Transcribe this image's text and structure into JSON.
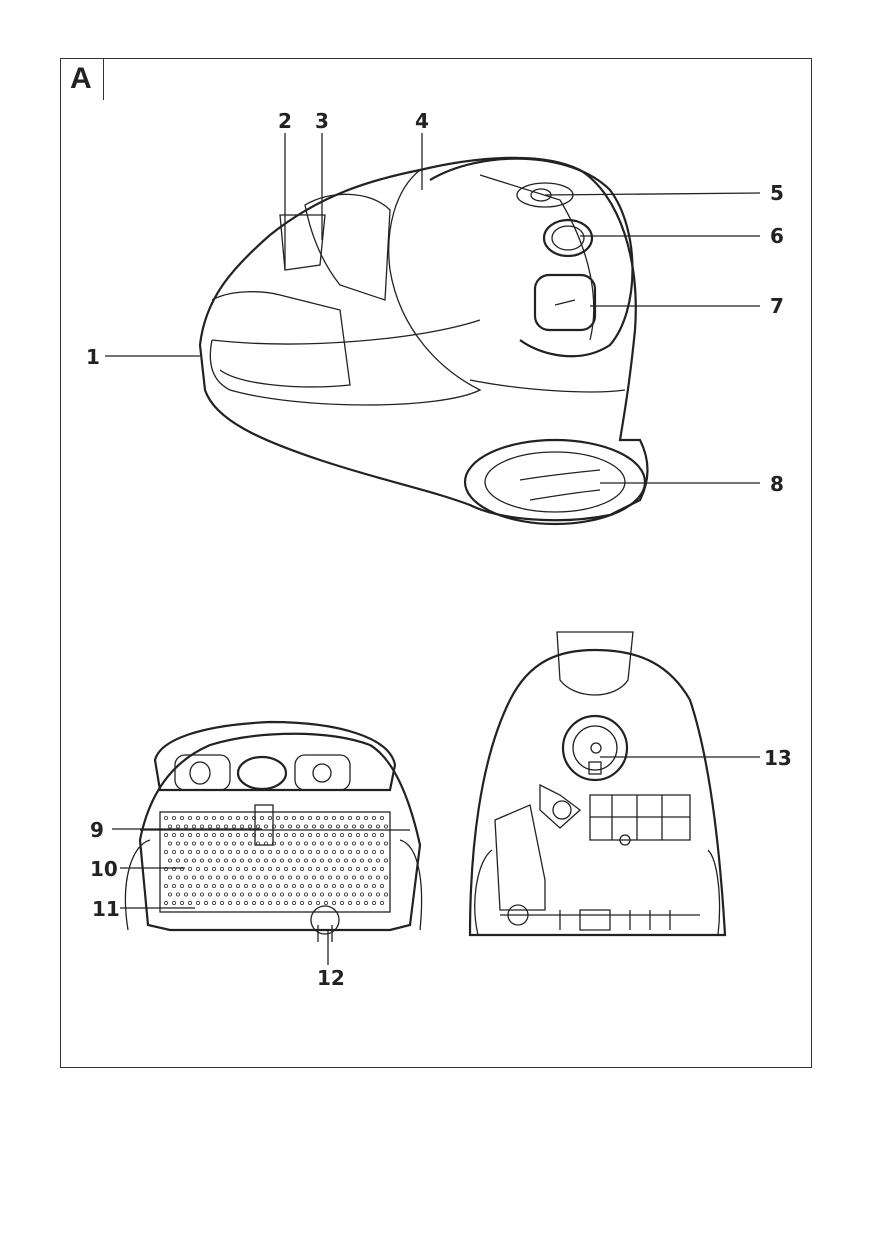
{
  "panel_label": "A",
  "callouts": [
    "1",
    "2",
    "3",
    "4",
    "5",
    "6",
    "7",
    "8",
    "9",
    "10",
    "11",
    "12",
    "13"
  ]
}
